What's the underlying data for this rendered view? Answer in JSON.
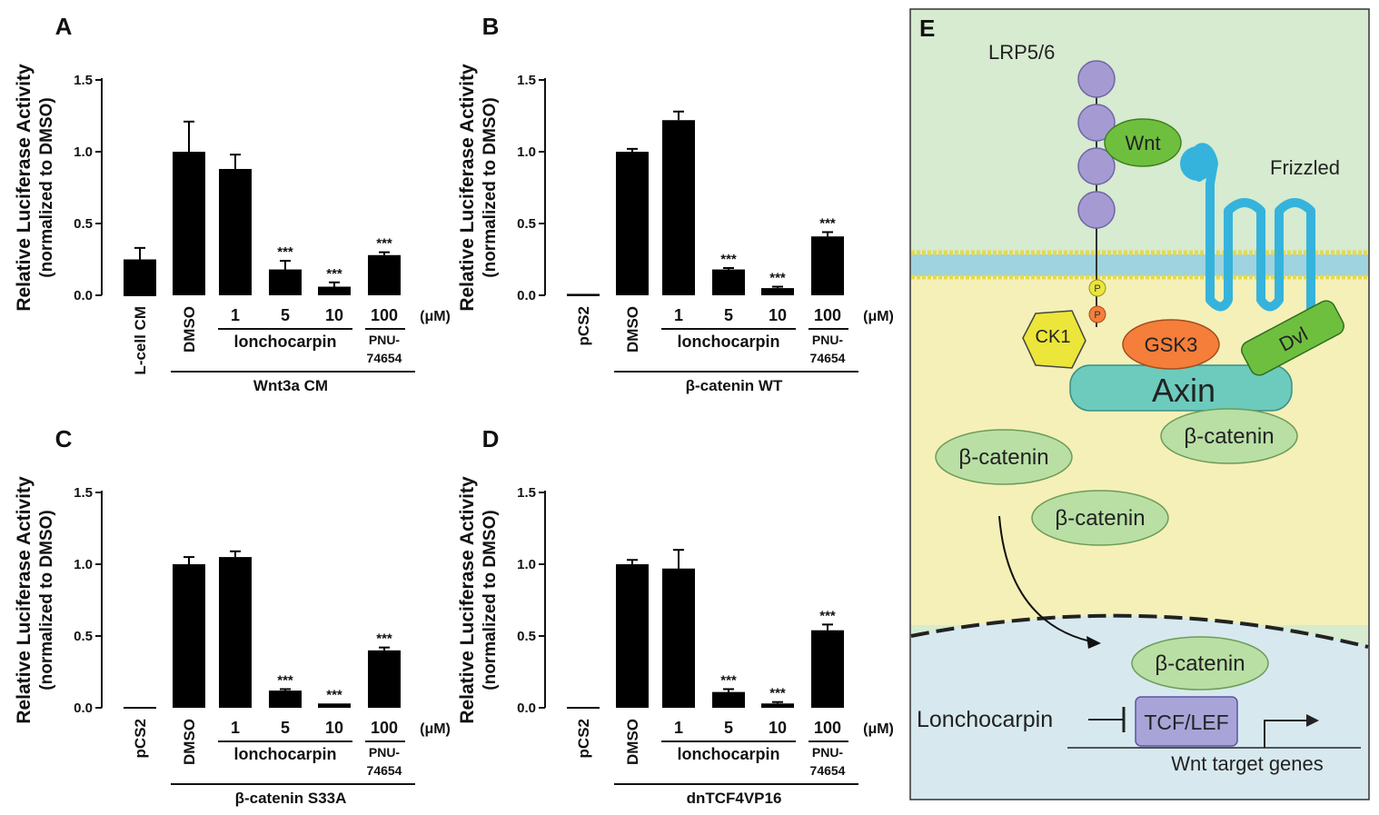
{
  "figure_label_E": "E",
  "chart_data": [
    {
      "panel": "A",
      "type": "bar",
      "ylabel_line1": "Relative Luciferase Activity",
      "ylabel_line2": "(normalized to DMSO)",
      "ylim": [
        0,
        1.5
      ],
      "yticks": [
        "0.0",
        "0.5",
        "1.0",
        "1.5"
      ],
      "ytick_values": [
        0,
        0.5,
        1.0,
        1.5
      ],
      "categories": [
        "L-cell CM",
        "DMSO",
        "1",
        "5",
        "10",
        "100"
      ],
      "values": [
        0.25,
        1.0,
        0.88,
        0.18,
        0.06,
        0.28
      ],
      "errors": [
        0.08,
        0.21,
        0.1,
        0.06,
        0.03,
        0.02
      ],
      "significance": [
        "",
        "",
        "",
        "***",
        "***",
        "***"
      ],
      "unit_label": "(μM)",
      "group_label": "lonchocarpin",
      "pnu_line1": "PNU-",
      "pnu_line2": "74654",
      "condition_label": "Wnt3a CM"
    },
    {
      "panel": "B",
      "type": "bar",
      "ylabel_line1": "Relative Luciferase Activity",
      "ylabel_line2": "(normalized to DMSO)",
      "ylim": [
        0,
        1.5
      ],
      "yticks": [
        "0.0",
        "0.5",
        "1.0",
        "1.5"
      ],
      "ytick_values": [
        0,
        0.5,
        1.0,
        1.5
      ],
      "categories": [
        "pCS2",
        "DMSO",
        "1",
        "5",
        "10",
        "100"
      ],
      "values": [
        0.01,
        1.0,
        1.22,
        0.18,
        0.05,
        0.41
      ],
      "errors": [
        0.0,
        0.02,
        0.06,
        0.01,
        0.01,
        0.03
      ],
      "significance": [
        "",
        "",
        "",
        "***",
        "***",
        "***"
      ],
      "unit_label": "(μM)",
      "group_label": "lonchocarpin",
      "pnu_line1": "PNU-",
      "pnu_line2": "74654",
      "condition_label": "β-catenin WT"
    },
    {
      "panel": "C",
      "type": "bar",
      "ylabel_line1": "Relative Luciferase Activity",
      "ylabel_line2": "(normalized to DMSO)",
      "ylim": [
        0,
        1.5
      ],
      "yticks": [
        "0.0",
        "0.5",
        "1.0",
        "1.5"
      ],
      "ytick_values": [
        0,
        0.5,
        1.0,
        1.5
      ],
      "categories": [
        "pCS2",
        "DMSO",
        "1",
        "5",
        "10",
        "100"
      ],
      "values": [
        0.0,
        1.0,
        1.05,
        0.12,
        0.03,
        0.4
      ],
      "errors": [
        0.0,
        0.05,
        0.04,
        0.01,
        0.0,
        0.02
      ],
      "significance": [
        "",
        "",
        "",
        "***",
        "***",
        "***"
      ],
      "unit_label": "(μM)",
      "group_label": "lonchocarpin",
      "pnu_line1": "PNU-",
      "pnu_line2": "74654",
      "condition_label": "β-catenin S33A"
    },
    {
      "panel": "D",
      "type": "bar",
      "ylabel_line1": "Relative Luciferase Activity",
      "ylabel_line2": "(normalized to DMSO)",
      "ylim": [
        0,
        1.5
      ],
      "yticks": [
        "0.0",
        "0.5",
        "1.0",
        "1.5"
      ],
      "ytick_values": [
        0,
        0.5,
        1.0,
        1.5
      ],
      "categories": [
        "pCS2",
        "DMSO",
        "1",
        "5",
        "10",
        "100"
      ],
      "values": [
        0.0,
        1.0,
        0.97,
        0.11,
        0.03,
        0.54
      ],
      "errors": [
        0.0,
        0.03,
        0.13,
        0.02,
        0.01,
        0.04
      ],
      "significance": [
        "",
        "",
        "",
        "***",
        "***",
        "***"
      ],
      "unit_label": "(μM)",
      "group_label": "lonchocarpin",
      "pnu_line1": "PNU-",
      "pnu_line2": "74654",
      "condition_label": "dnTCF4VP16"
    }
  ],
  "diagram": {
    "lrp": "LRP5/6",
    "wnt": "Wnt",
    "frizzled": "Frizzled",
    "p1": "P",
    "p2": "P",
    "ck1": "CK1",
    "gsk3": "GSK3",
    "dvl": "Dvl",
    "axin": "Axin",
    "bcat_axin": "β-catenin",
    "bcat_cyto1": "β-catenin",
    "bcat_cyto2": "β-catenin",
    "bcat_nuc": "β-catenin",
    "tcf": "TCF/LEF",
    "lonchocarpin": "Lonchocarpin",
    "target_genes": "Wnt target genes",
    "colors": {
      "extracellular": "#d6ebcf",
      "cytoplasm": "#f5f0b8",
      "nucleus": "#d7e9ef",
      "receptor_ball": "#a59bd2",
      "wnt": "#6fbf3f",
      "frizzled": "#35b3dc",
      "ck1": "#ece53a",
      "gsk3": "#f57e3a",
      "dvl": "#6fbf3f",
      "axin": "#6ccbbd",
      "bcatenin": "#b9dfa5",
      "tcf": "#a8a4d8"
    }
  }
}
